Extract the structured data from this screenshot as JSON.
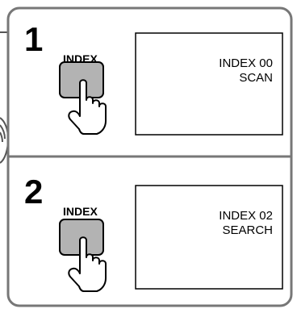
{
  "steps": [
    {
      "number": "1",
      "button_label": "INDEX",
      "screen_line1": "INDEX 00",
      "screen_line2": "SCAN"
    },
    {
      "number": "2",
      "button_label": "INDEX",
      "screen_line1": "INDEX 02",
      "screen_line2": "SEARCH"
    }
  ],
  "colors": {
    "panel_border": "#777777",
    "button_fill": "#b3b3b3",
    "outline": "#000000",
    "background": "#ffffff"
  }
}
